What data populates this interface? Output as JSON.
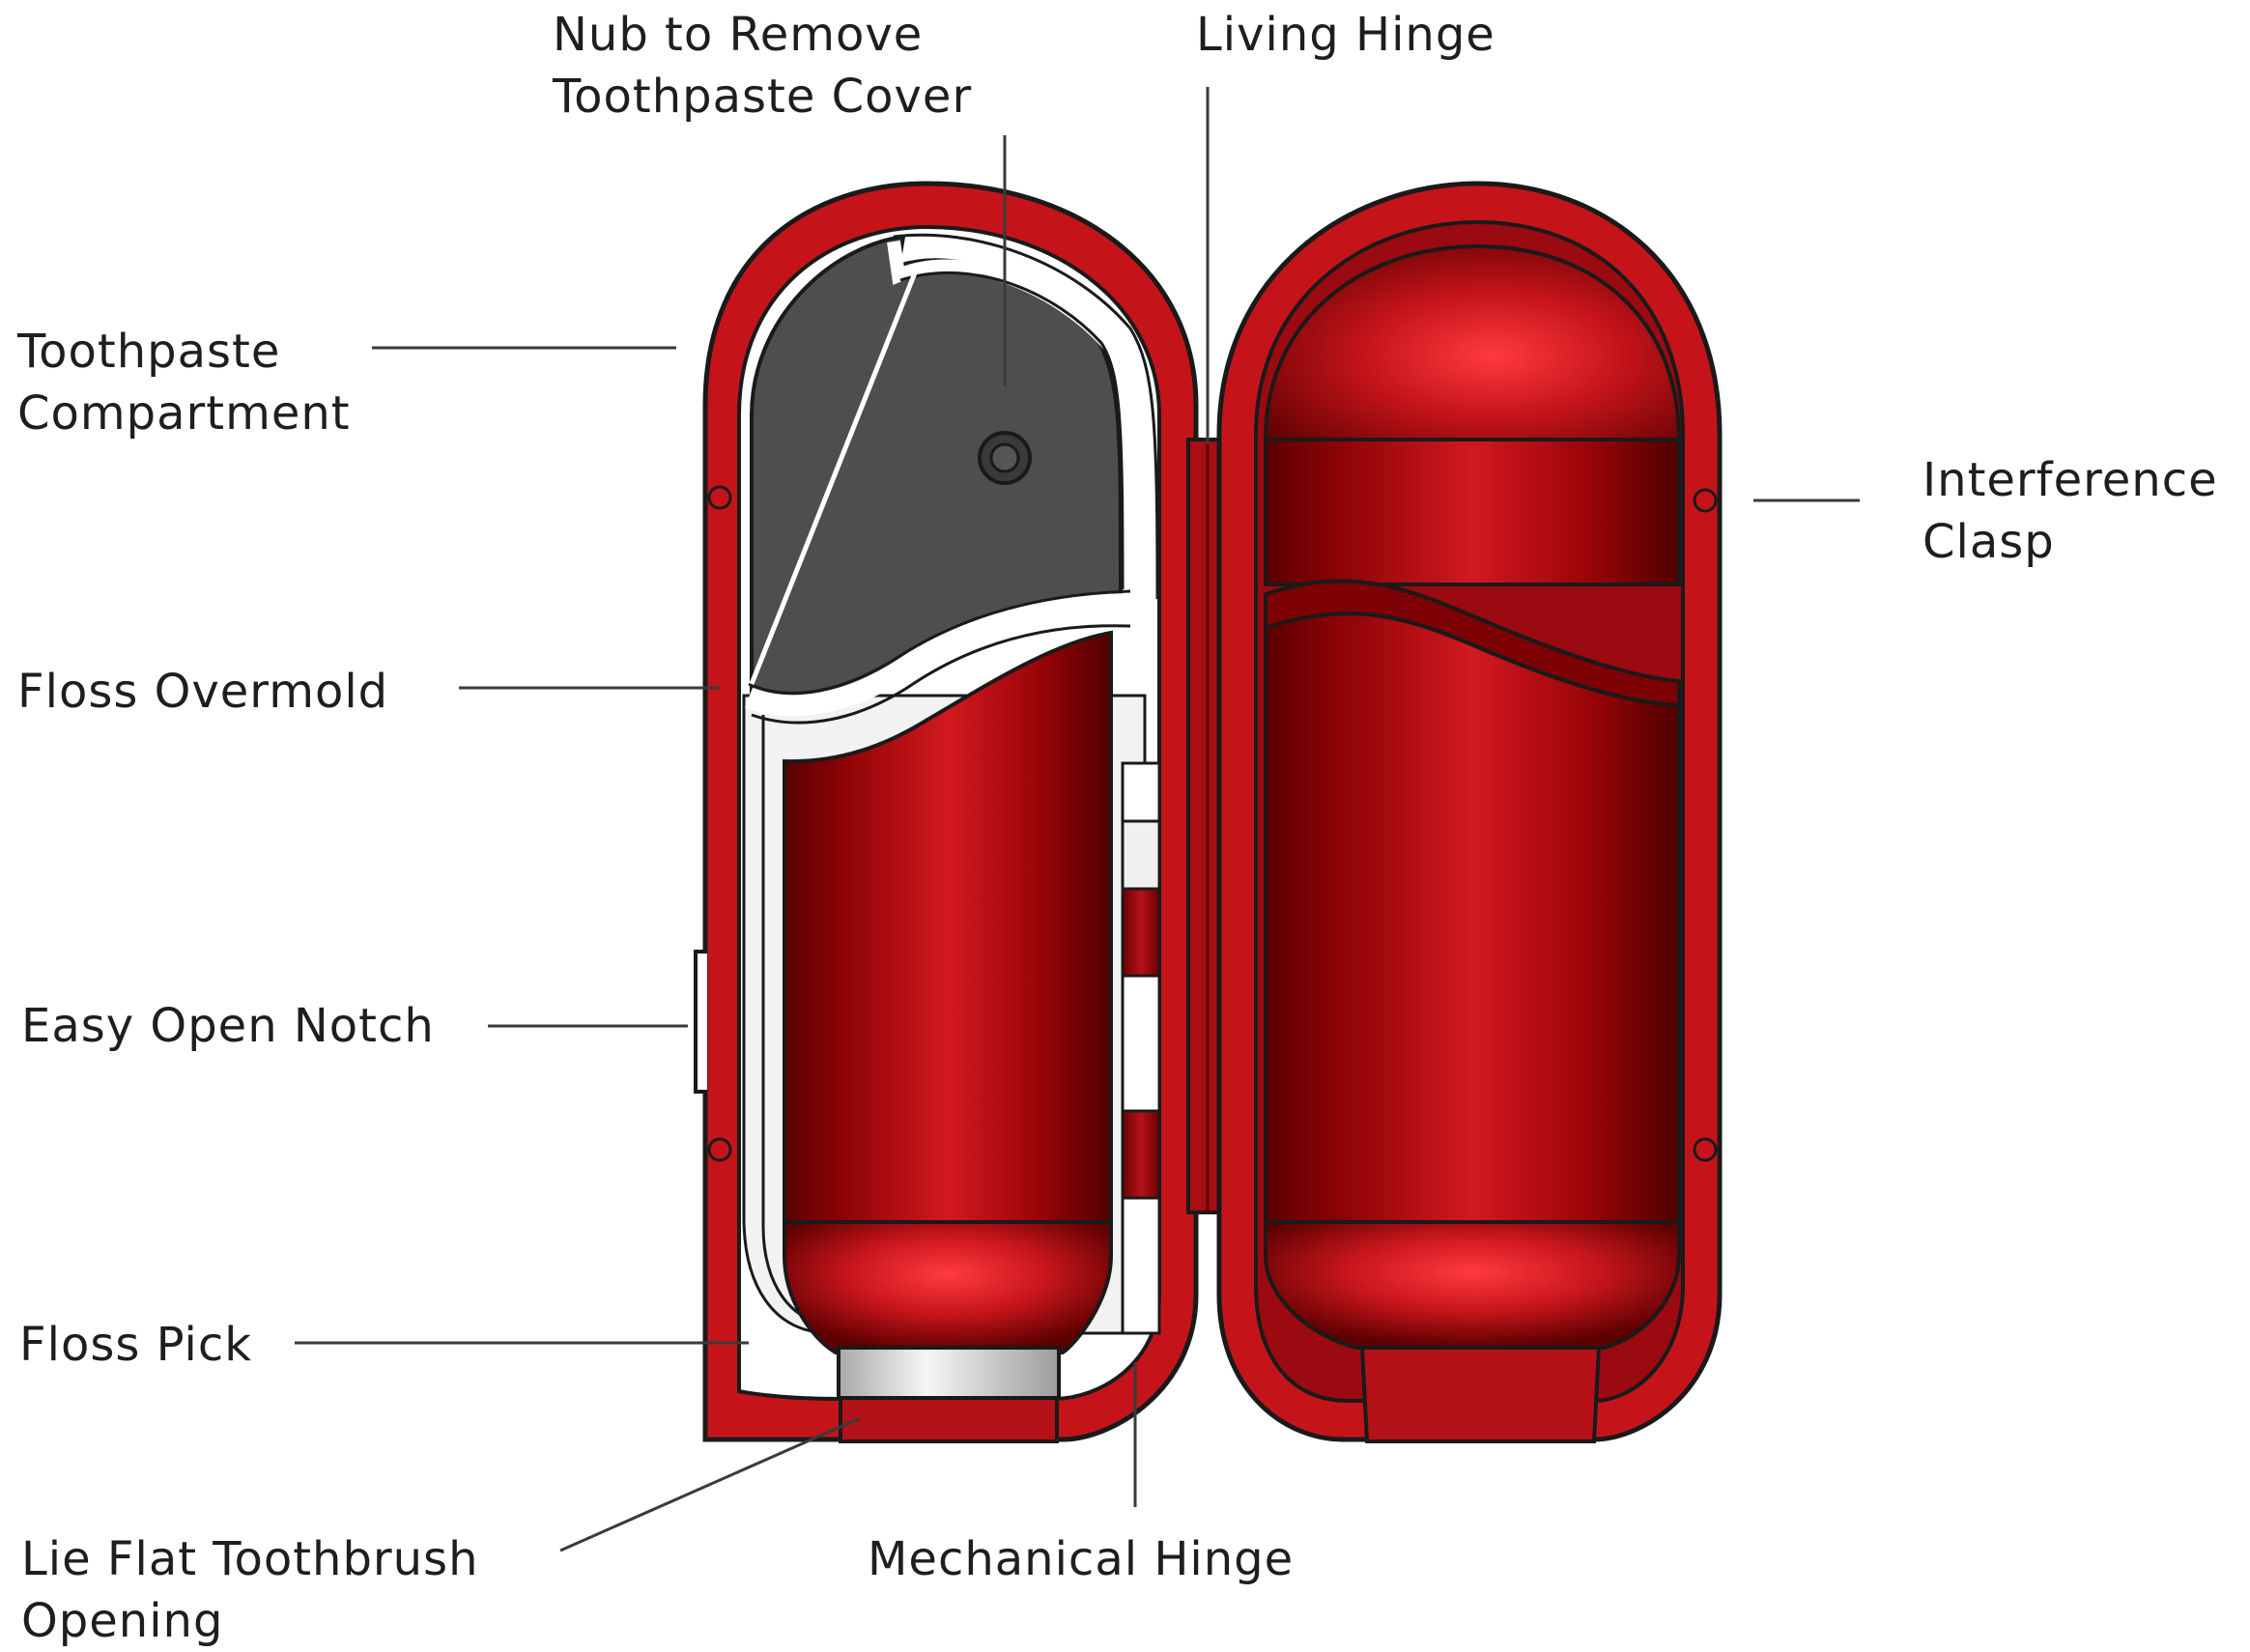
{
  "labels": {
    "nub": "Nub to Remove\nToothpaste Cover",
    "living_hinge": "Living Hinge",
    "toothpaste_compartment": "Toothpaste\nCompartment",
    "interference_clasp": "Interference\nClasp",
    "floss_overmold": "Floss Overmold",
    "easy_open_notch": "Easy Open Notch",
    "floss_pick": "Floss Pick",
    "lie_flat_opening": "Lie Flat Toothbrush\nOpening",
    "mechanical_hinge": "Mechanical Hinge"
  },
  "colors": {
    "case_red": "#c4141a",
    "case_dark": "#7a0000",
    "compartment_grey": "#4e4e4e",
    "outline": "#1a1a1a",
    "text": "#1e1e1e"
  }
}
